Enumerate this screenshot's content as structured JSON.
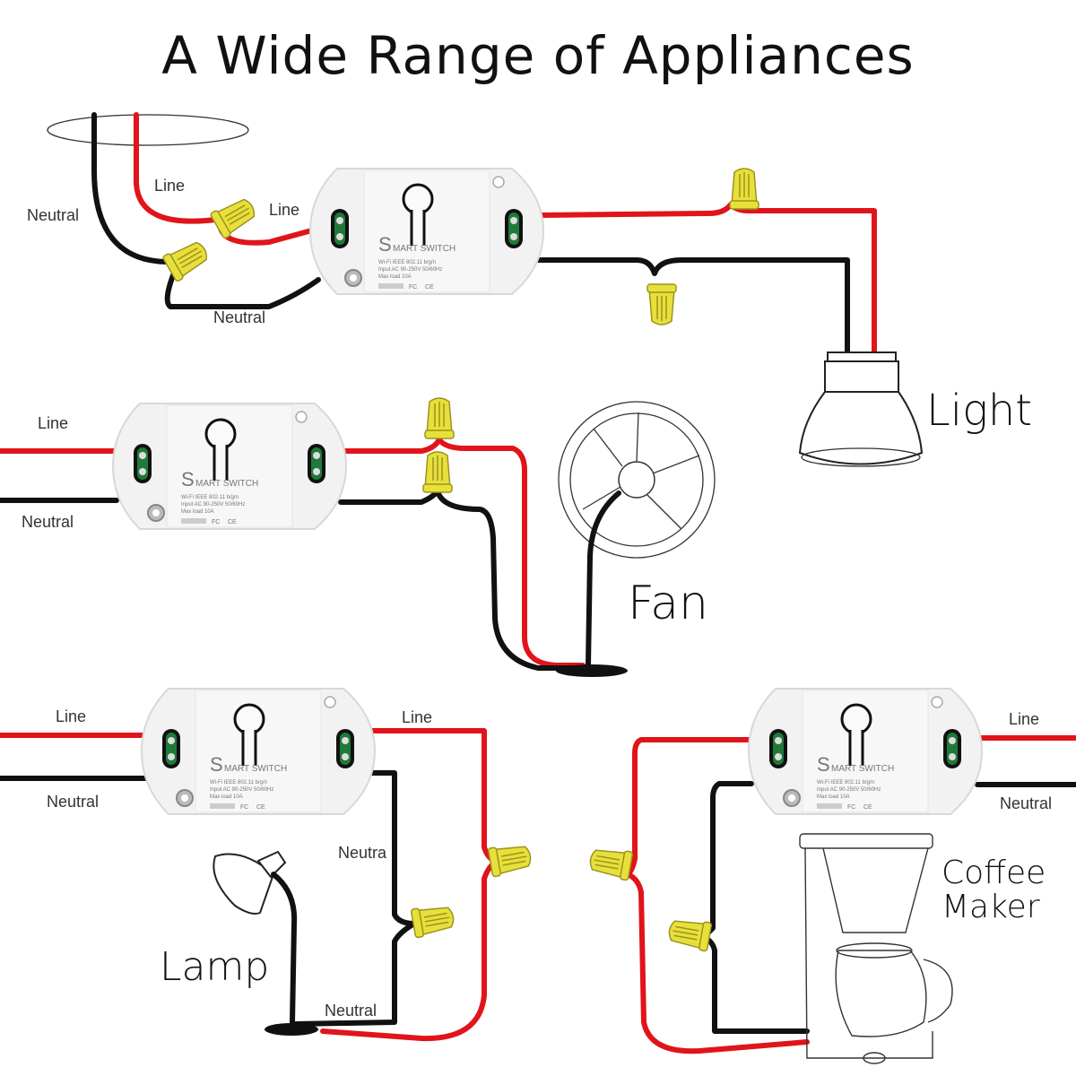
{
  "title": "A Wide Range of Appliances",
  "colors": {
    "line_wire": "#e0141a",
    "neutral_wire": "#111111",
    "connector": "#e8e03a",
    "terminal": "#1f7a3a",
    "switch_body": "#f2f2f2"
  },
  "smart_switch": {
    "brand_initial": "S",
    "brand_rest": "MART SWITCH",
    "spec_line1": "Wi-Fi IEEE 802.11 b/g/n",
    "spec_line2": "Input AC 90-250V 50/60Hz",
    "spec_line3": "Max load 10A",
    "cert_marks": [
      "FC",
      "CE"
    ]
  },
  "diagrams": [
    {
      "appliance": "Light",
      "labels": {
        "line_in": "Line",
        "line_out": "Line",
        "neutral_in": "Neutral",
        "neutral_out": "Neutral"
      }
    },
    {
      "appliance": "Fan",
      "labels": {
        "line_in": "Line",
        "neutral_in": "Neutral"
      }
    },
    {
      "appliance": "Lamp",
      "labels": {
        "line_in": "Line",
        "neutral_in": "Neutral",
        "line_out": "Line",
        "neutral_mid": "Neutra",
        "neutral_out": "Neutral"
      }
    },
    {
      "appliance": "Coffee",
      "appliance_line2": "Maker",
      "labels": {
        "line_in": "Line",
        "neutral_in": "Neutral"
      }
    }
  ]
}
